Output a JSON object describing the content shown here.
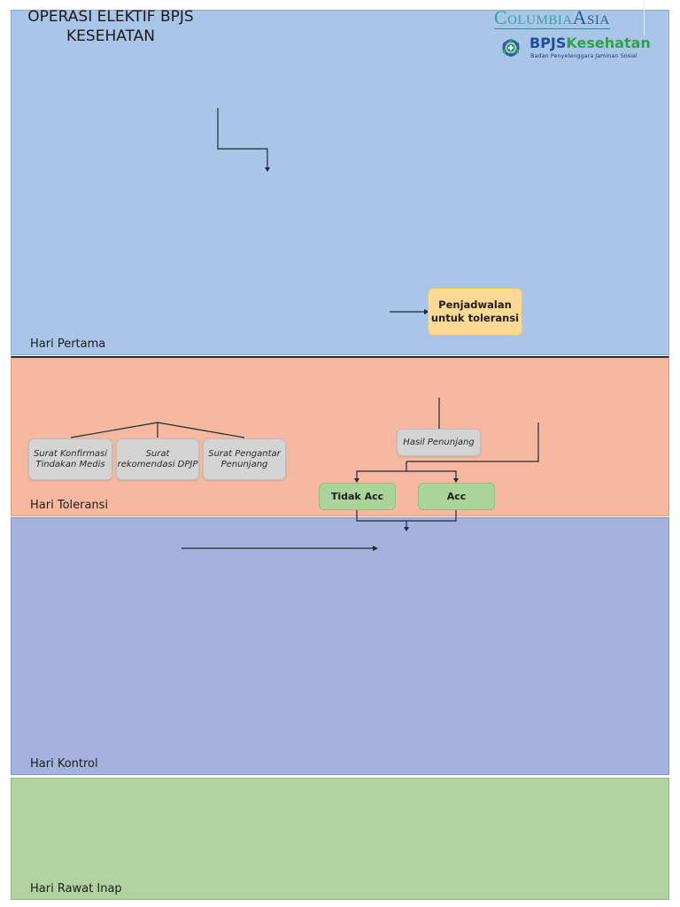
{
  "title": {
    "line1": "OPERASI ELEKTIF BPJS",
    "line2": "KESEHATAN"
  },
  "logos": {
    "columbia_asia": {
      "part1": "Columbia",
      "part2": "Asia",
      "colors": {
        "part1": "#2ea3a4",
        "part2": "#2a5b8f"
      }
    },
    "bpjs": {
      "icon": "bpjs-emblem-icon",
      "name_part1": "BPJS",
      "name_part2": "Kesehatan",
      "subtitle": "Badan Penyelenggara Jaminan Sosial",
      "colors": {
        "part1": "#1f4e9a",
        "part2": "#2fa14d"
      }
    }
  },
  "bands": [
    {
      "label": "Hari Pertama",
      "color": "#a9c5e8"
    },
    {
      "label": "Hari Toleransi",
      "color": "#f6b9a0"
    },
    {
      "label": "Hari Kontrol",
      "color": "#a3b3dd"
    },
    {
      "label": "Hari Rawat Inap",
      "color": "#b1d3a0"
    }
  ],
  "nodes": {
    "penjadwalan": {
      "line1": "Penjadwalan",
      "line2": "untuk toleransi",
      "color": "#fdd993"
    },
    "surat_konfirmasi": {
      "line1": "Surat Konfirmasi",
      "line2": "Tindakan Medis"
    },
    "surat_rekomendasi": {
      "line1": "Surat",
      "line2": "rekomendasi DPJP"
    },
    "surat_pengantar": {
      "line1": "Surat Pengantar",
      "line2": "Penunjang"
    },
    "hasil_penunjang": {
      "label": "Hasil Penunjang"
    },
    "tidak_acc": {
      "label": "Tidak Acc",
      "color": "#abd49a"
    },
    "acc": {
      "label": "Acc",
      "color": "#abd49a"
    }
  }
}
